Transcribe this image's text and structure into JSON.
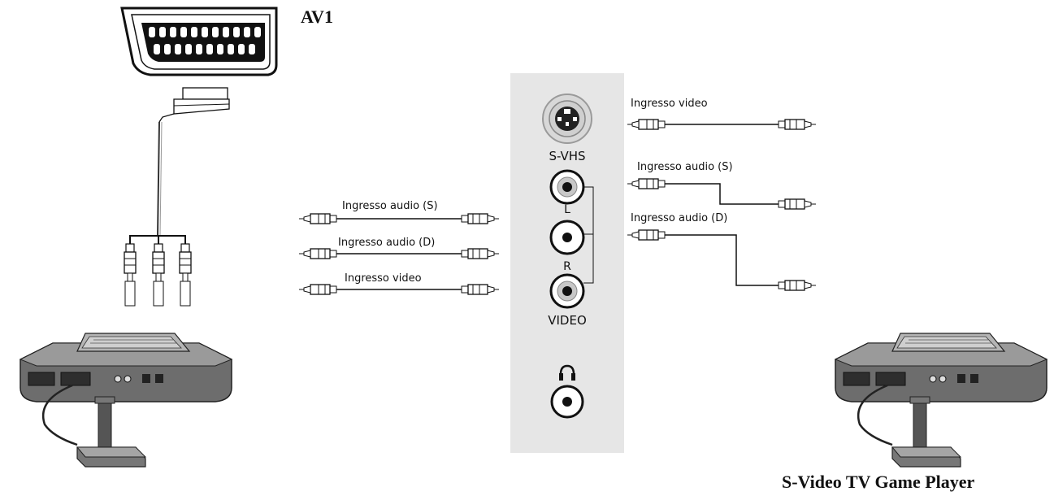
{
  "title_av1": "AV1",
  "panel": {
    "svhs_label": "S-VHS",
    "l_label": "L",
    "r_label": "R",
    "video_label": "VIDEO"
  },
  "left_cables": [
    {
      "label": "Ingresso audio (S)"
    },
    {
      "label": "Ingresso audio (D)"
    },
    {
      "label": "Ingresso video"
    }
  ],
  "right_cables": [
    {
      "label": "Ingresso video"
    },
    {
      "label": "Ingresso audio (S)"
    },
    {
      "label": "Ingresso audio (D)"
    }
  ],
  "caption": "S-Video TV Game Player",
  "colors": {
    "panel_bg": "#e6e6e6",
    "line": "#111111"
  },
  "icons": [
    "scart-connector-icon",
    "rca-plug-icon",
    "headphone-icon",
    "game-console-icon",
    "joystick-icon"
  ]
}
